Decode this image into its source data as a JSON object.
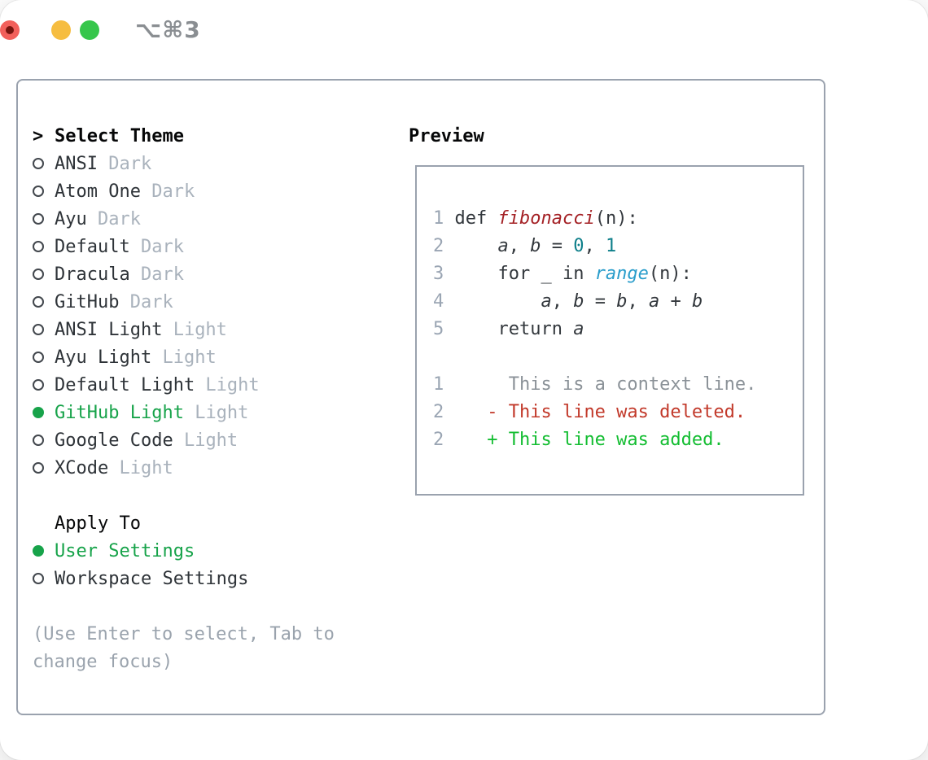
{
  "window": {
    "title": "⌥⌘3"
  },
  "colors": {
    "traffic_red": "#f2605b",
    "traffic_red_dot": "#77150f",
    "traffic_yellow": "#f6bd40",
    "traffic_green": "#36c64b",
    "title_gray": "#8a8e92",
    "header_black": "#060708",
    "text": "#2e3338",
    "muted": "#a9b2bc",
    "hint": "#9aa3ad",
    "ring": "#42474d",
    "accent_green": "#17a34a",
    "gutter": "#9aa5b3",
    "code": "#33383d",
    "fn": "#a42125",
    "var": "#33383d",
    "num": "#0e7f8a",
    "builtin": "#2a9dcb",
    "ctx": "#8b9298",
    "del": "#c2392a",
    "add": "#13bd31",
    "border": "#9aa2ae"
  },
  "left": {
    "header_prompt": ">",
    "header_label": "Select Theme",
    "themes": [
      {
        "name": "ANSI",
        "variant": "Dark",
        "selected": false
      },
      {
        "name": "Atom One",
        "variant": "Dark",
        "selected": false
      },
      {
        "name": "Ayu",
        "variant": "Dark",
        "selected": false
      },
      {
        "name": "Default",
        "variant": "Dark",
        "selected": false
      },
      {
        "name": "Dracula",
        "variant": "Dark",
        "selected": false
      },
      {
        "name": "GitHub",
        "variant": "Dark",
        "selected": false
      },
      {
        "name": "ANSI Light",
        "variant": "Light",
        "selected": false
      },
      {
        "name": "Ayu Light",
        "variant": "Light",
        "selected": false
      },
      {
        "name": "Default Light",
        "variant": "Light",
        "selected": false
      },
      {
        "name": "GitHub Light",
        "variant": "Light",
        "selected": true
      },
      {
        "name": "Google Code",
        "variant": "Light",
        "selected": false
      },
      {
        "name": "XCode",
        "variant": "Light",
        "selected": false
      }
    ],
    "apply_header": "Apply To",
    "apply_options": [
      {
        "label": "User Settings",
        "selected": true
      },
      {
        "label": "Workspace Settings",
        "selected": false
      }
    ],
    "hint_lines": [
      "(Use Enter to select, Tab to",
      "change focus)"
    ]
  },
  "preview": {
    "header": "Preview",
    "lines": [
      {
        "segments": [
          {
            "c": "gutter",
            "t": "1 "
          },
          {
            "c": "code",
            "t": "def "
          },
          {
            "c": "fn",
            "t": "fibonacci",
            "i": true
          },
          {
            "c": "code",
            "t": "(n):"
          }
        ]
      },
      {
        "segments": [
          {
            "c": "gutter",
            "t": "2 "
          },
          {
            "c": "code",
            "t": "    "
          },
          {
            "c": "var",
            "t": "a",
            "i": true
          },
          {
            "c": "code",
            "t": ", "
          },
          {
            "c": "var",
            "t": "b",
            "i": true
          },
          {
            "c": "code",
            "t": " = "
          },
          {
            "c": "num",
            "t": "0"
          },
          {
            "c": "code",
            "t": ", "
          },
          {
            "c": "num",
            "t": "1"
          }
        ]
      },
      {
        "segments": [
          {
            "c": "gutter",
            "t": "3 "
          },
          {
            "c": "code",
            "t": "    for _ in "
          },
          {
            "c": "builtin",
            "t": "range",
            "i": true
          },
          {
            "c": "code",
            "t": "(n):"
          }
        ]
      },
      {
        "segments": [
          {
            "c": "gutter",
            "t": "4 "
          },
          {
            "c": "code",
            "t": "        "
          },
          {
            "c": "var",
            "t": "a",
            "i": true
          },
          {
            "c": "code",
            "t": ", "
          },
          {
            "c": "var",
            "t": "b",
            "i": true
          },
          {
            "c": "code",
            "t": " = "
          },
          {
            "c": "var",
            "t": "b",
            "i": true
          },
          {
            "c": "code",
            "t": ", "
          },
          {
            "c": "var",
            "t": "a",
            "i": true
          },
          {
            "c": "code",
            "t": " + "
          },
          {
            "c": "var",
            "t": "b",
            "i": true
          }
        ]
      },
      {
        "segments": [
          {
            "c": "gutter",
            "t": "5 "
          },
          {
            "c": "code",
            "t": "    return "
          },
          {
            "c": "var",
            "t": "a",
            "i": true
          }
        ]
      },
      {
        "segments": []
      },
      {
        "segments": [
          {
            "c": "gutter",
            "t": "1 "
          },
          {
            "c": "ctx",
            "t": "     This is a context line."
          }
        ]
      },
      {
        "segments": [
          {
            "c": "gutter",
            "t": "2 "
          },
          {
            "c": "del",
            "t": "   - This line was deleted."
          }
        ]
      },
      {
        "segments": [
          {
            "c": "gutter",
            "t": "2 "
          },
          {
            "c": "add",
            "t": "   + This line was added."
          }
        ]
      }
    ]
  }
}
